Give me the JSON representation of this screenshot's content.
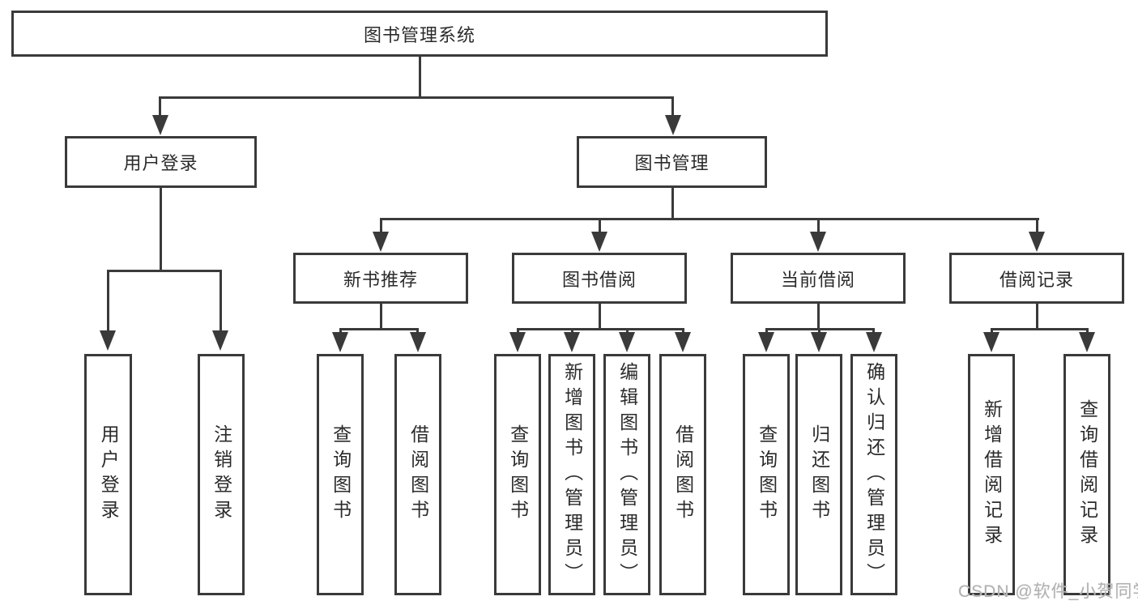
{
  "diagram": {
    "type": "hierarchy",
    "root": {
      "label": "图书管理系统"
    },
    "level2": [
      {
        "label": "用户登录"
      },
      {
        "label": "图书管理"
      }
    ],
    "level3": [
      {
        "label": "新书推荐"
      },
      {
        "label": "图书借阅"
      },
      {
        "label": "当前借阅"
      },
      {
        "label": "借阅记录"
      }
    ],
    "leaves": {
      "login": [
        {
          "label": "用户登录"
        },
        {
          "label": "注销登录"
        }
      ],
      "recommend": [
        {
          "label": "查询图书"
        },
        {
          "label": "借阅图书"
        }
      ],
      "borrow": [
        {
          "label": "查询图书"
        },
        {
          "label": "新增图书（管理员）"
        },
        {
          "label": "编辑图书（管理员）"
        },
        {
          "label": "借阅图书"
        }
      ],
      "current": [
        {
          "label": "查询图书"
        },
        {
          "label": "归还图书"
        },
        {
          "label": "确认归还（管理员）"
        }
      ],
      "records": [
        {
          "label": "新增借阅记录"
        },
        {
          "label": "查询借阅记录"
        }
      ]
    },
    "colors": {
      "line": "#3a3a3a",
      "text": "#2b2b2b",
      "background": "#ffffff",
      "watermark": "#b2b2b2"
    }
  },
  "watermark": {
    "text": "CSDN @软件_小贺同学"
  }
}
